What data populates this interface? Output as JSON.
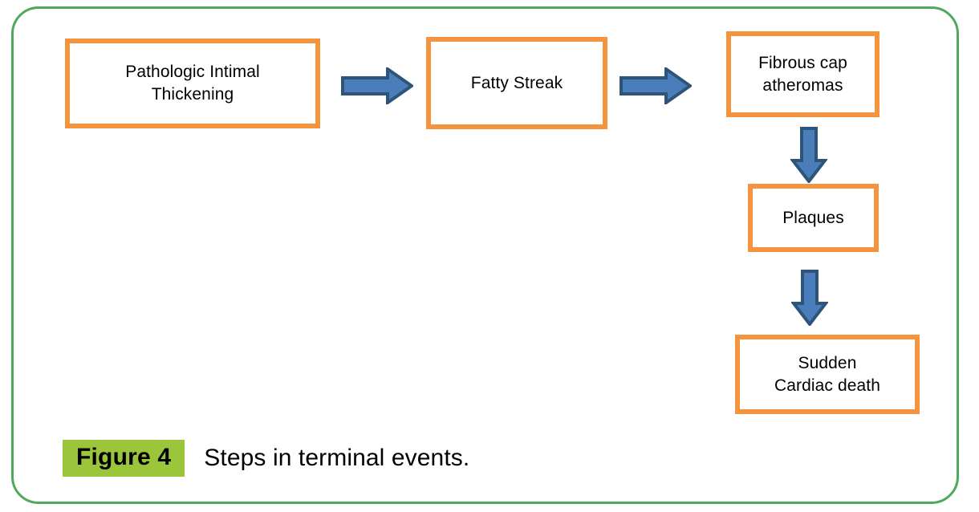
{
  "figure": {
    "frame_color": "#4FA95C",
    "node_border_color": "#F4943E",
    "arrow_fill_color": "#4A7EBB",
    "arrow_outline_color": "#2E5579",
    "badge_color": "#9BC63B",
    "caption": {
      "badge_label": "Figure 4",
      "text": "Steps in terminal events."
    }
  },
  "diagram_data": {
    "type": "flowchart",
    "title": "Steps in terminal events.",
    "nodes": [
      {
        "id": "pathologic-intimal-thickening",
        "label": "Pathologic Intimal\nThickening"
      },
      {
        "id": "fatty-streak",
        "label": "Fatty Streak"
      },
      {
        "id": "fibrous-cap-atheromas",
        "label": "Fibrous cap\natheromas"
      },
      {
        "id": "plaques",
        "label": "Plaques"
      },
      {
        "id": "sudden-cardiac-death",
        "label": "Sudden\nCardiac death"
      }
    ],
    "edges": [
      {
        "from": "pathologic-intimal-thickening",
        "to": "fatty-streak",
        "direction": "right"
      },
      {
        "from": "fatty-streak",
        "to": "fibrous-cap-atheromas",
        "direction": "right"
      },
      {
        "from": "fibrous-cap-atheromas",
        "to": "plaques",
        "direction": "down"
      },
      {
        "from": "plaques",
        "to": "sudden-cardiac-death",
        "direction": "down"
      }
    ]
  }
}
